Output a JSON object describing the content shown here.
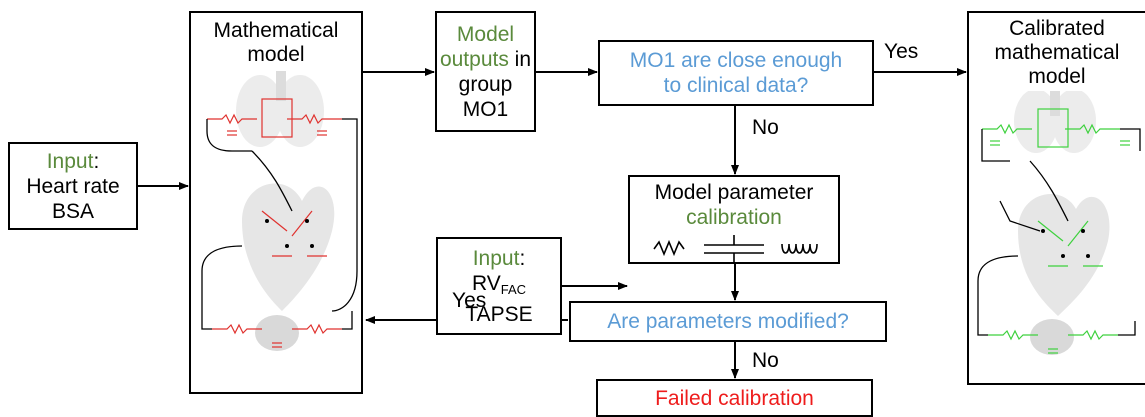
{
  "input_box": {
    "label": "Input",
    "colon": ":",
    "line1": "Heart rate",
    "line2": "BSA"
  },
  "math_model": {
    "title_line1": "Mathematical",
    "title_line2": "model"
  },
  "outputs_box": {
    "label1": "Model",
    "label2": "outputs",
    "suffix": " in",
    "line3": "group",
    "line4": "MO1"
  },
  "decision1": {
    "line1": "MO1 are close enough",
    "line2": "to clinical data?"
  },
  "input2_box": {
    "label": "Input",
    "colon": ":",
    "rv": "RV",
    "rv_sub": "FAC",
    "tapse": "TAPSE"
  },
  "calibration_box": {
    "line1": "Model parameter",
    "line2": "calibration"
  },
  "decision2": {
    "text": "Are parameters modified?"
  },
  "failed_box": {
    "text": "Failed calibration"
  },
  "calibrated_model": {
    "title_line1": "Calibrated",
    "title_line2": "mathematical",
    "title_line3": "model"
  },
  "edge_labels": {
    "yes_top": "Yes",
    "no_top": "No",
    "yes_bottom": "Yes",
    "no_bottom": "No"
  },
  "colors": {
    "green": "#5a8a3c",
    "blue": "#5b9bd5",
    "red": "#ee1c1c",
    "circuit_red": "#e0322f",
    "circuit_green": "#3ed13e"
  }
}
